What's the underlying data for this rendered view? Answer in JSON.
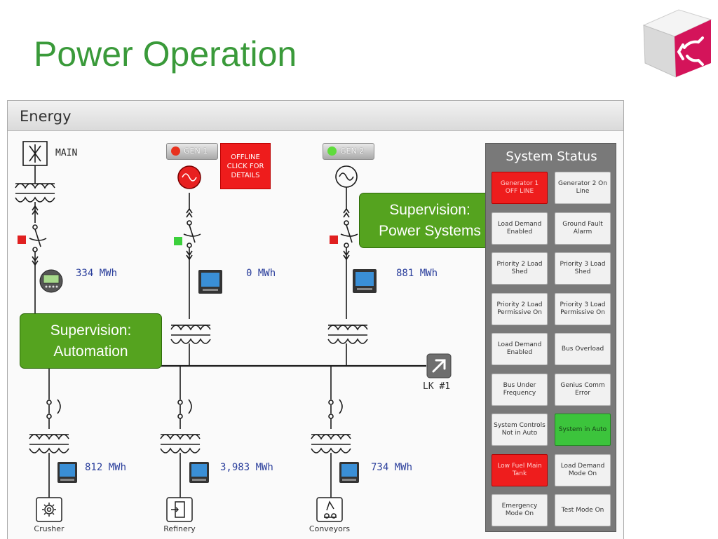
{
  "slide": {
    "title": "Power Operation"
  },
  "window": {
    "title": "Energy"
  },
  "diagram": {
    "main_label": "MAIN",
    "gen1": {
      "label": "GEN 1",
      "led_color": "#e8321e"
    },
    "gen2": {
      "label": "GEN 2",
      "led_color": "#5fdc3c"
    },
    "offline_button": "OFFLINE CLICK FOR DETAILS",
    "readings": {
      "main": "334 MWh",
      "gen1": "0 MWh",
      "gen2": "881 MWh",
      "crusher": "812 MWh",
      "refinery": "3,983 MWh",
      "conveyors": "734 MWh"
    },
    "loads": {
      "crusher": "Crusher",
      "refinery": "Refinery",
      "conveyors": "Conveyors"
    },
    "link": "LK #1",
    "colors": {
      "breaker_open": "#e02020",
      "breaker_closed": "#3cd03c",
      "generator_faulted": "#e82020"
    }
  },
  "callouts": {
    "power_systems": {
      "line1": "Supervision:",
      "line2": "Power Systems"
    },
    "automation": {
      "line1": "Supervision:",
      "line2": "Automation"
    }
  },
  "status_panel": {
    "title": "System Status",
    "buttons": [
      {
        "label": "Generator 1 OFF LINE",
        "state": "red"
      },
      {
        "label": "Generator 2 On Line",
        "state": "normal"
      },
      {
        "label": "Load Demand Enabled",
        "state": "normal"
      },
      {
        "label": "Ground Fault Alarm",
        "state": "normal"
      },
      {
        "label": "Priority 2 Load Shed",
        "state": "normal"
      },
      {
        "label": "Priority 3 Load Shed",
        "state": "normal"
      },
      {
        "label": "Priority 2 Load Permissive On",
        "state": "normal"
      },
      {
        "label": "Priority 3 Load Permissive On",
        "state": "normal"
      },
      {
        "label": "Load Demand Enabled",
        "state": "normal"
      },
      {
        "label": "Bus Overload",
        "state": "normal"
      },
      {
        "label": "Bus Under Frequency",
        "state": "normal"
      },
      {
        "label": "Genius Comm Error",
        "state": "normal"
      },
      {
        "label": "System Controls Not in Auto",
        "state": "normal"
      },
      {
        "label": "System in Auto",
        "state": "green"
      },
      {
        "label": "Low Fuel Main Tank",
        "state": "red"
      },
      {
        "label": "Load Demand Mode On",
        "state": "normal"
      },
      {
        "label": "Emergency Mode On",
        "state": "normal"
      },
      {
        "label": "Test Mode On",
        "state": "normal"
      }
    ]
  }
}
